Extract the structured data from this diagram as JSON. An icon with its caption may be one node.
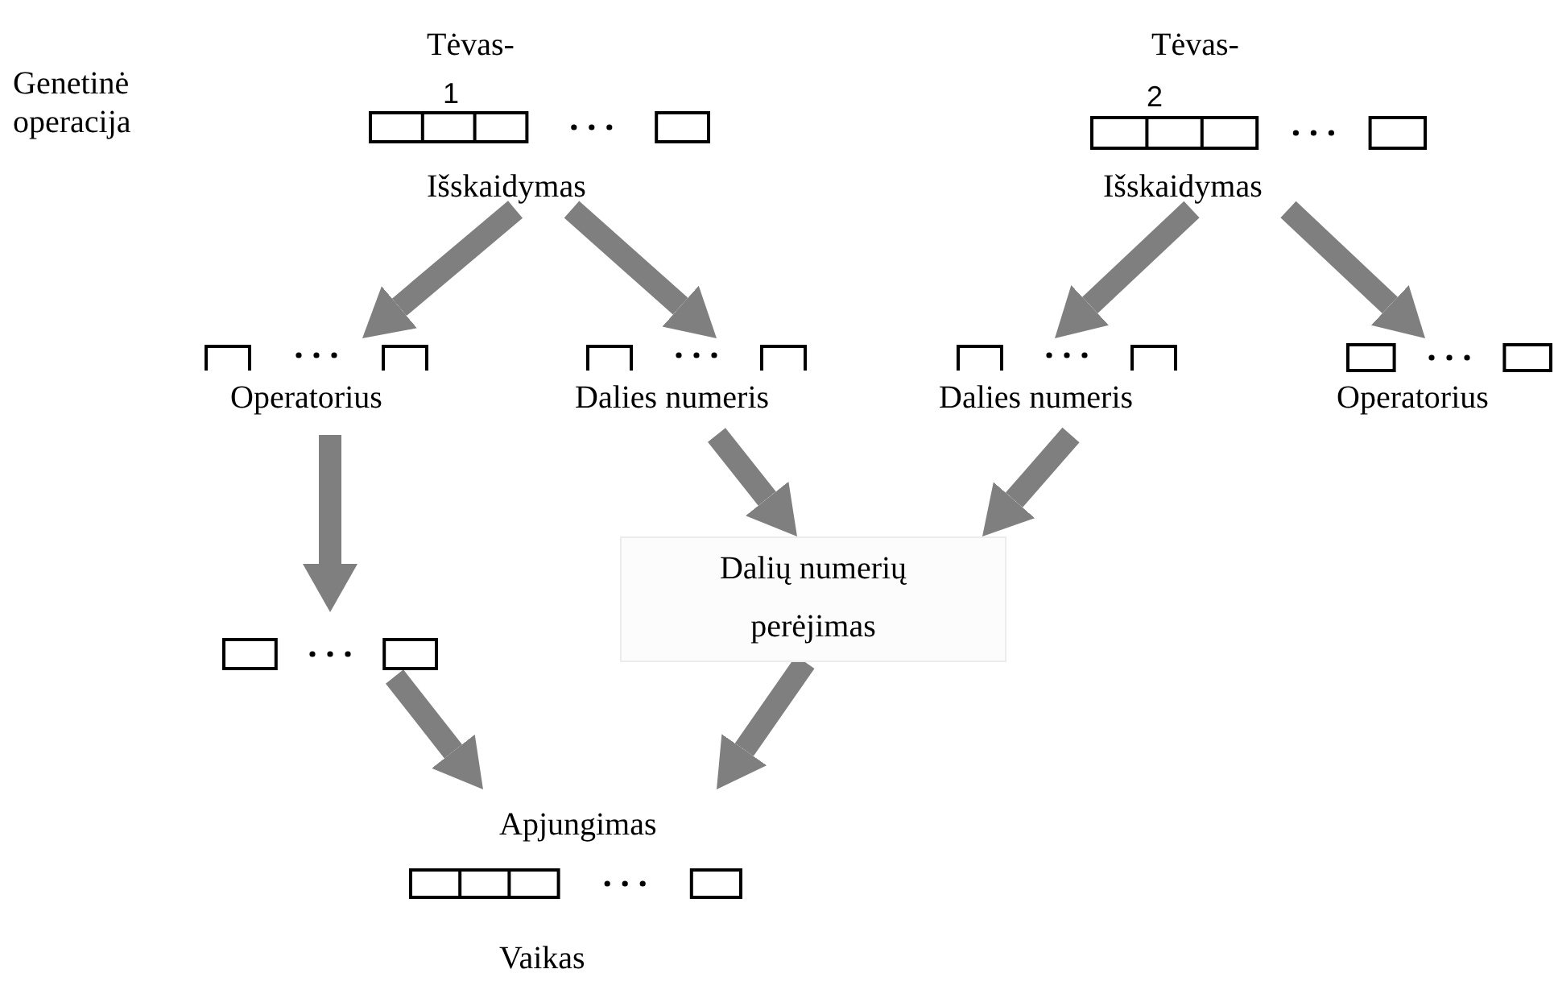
{
  "diagram": {
    "nodes": [
      {
        "text": [
          "Tėvas-",
          "1",
          "Išskaidymas"
        ]
      },
      {
        "text": [
          "Tėvas-",
          "2",
          "Išskaidymas"
        ]
      },
      {
        "text": [
          "Operatorius"
        ]
      },
      {
        "text": [
          "Dalies numeris"
        ]
      },
      {
        "text": [
          "Dalies numeris"
        ]
      },
      {
        "text": [
          "Operatorius"
        ]
      },
      {
        "text": [],
        "shape": "box"
      },
      {
        "text": [
          "Dalių numerių perėjimas"
        ]
      },
      {
        "text": [
          "Apjungimas",
          "Vaikas"
        ]
      }
    ],
    "edges": [
      {
        "from": 0,
        "to": 2,
        "arrow": "to"
      },
      {
        "from": 0,
        "to": 3,
        "arrow": "to"
      },
      {
        "from": 1,
        "to": 4,
        "arrow": "to"
      },
      {
        "from": 1,
        "to": 5,
        "arrow": "to"
      },
      {
        "from": 2,
        "to": 6,
        "arrow": "to"
      },
      {
        "from": 3,
        "to": 7,
        "arrow": "to"
      },
      {
        "from": 4,
        "to": 7,
        "arrow": "to"
      },
      {
        "from": 6,
        "to": 8,
        "arrow": "to"
      },
      {
        "from": 7,
        "to": 8,
        "arrow": "to"
      }
    ],
    "labels": [
      "Genetinė operacija"
    ]
  }
}
